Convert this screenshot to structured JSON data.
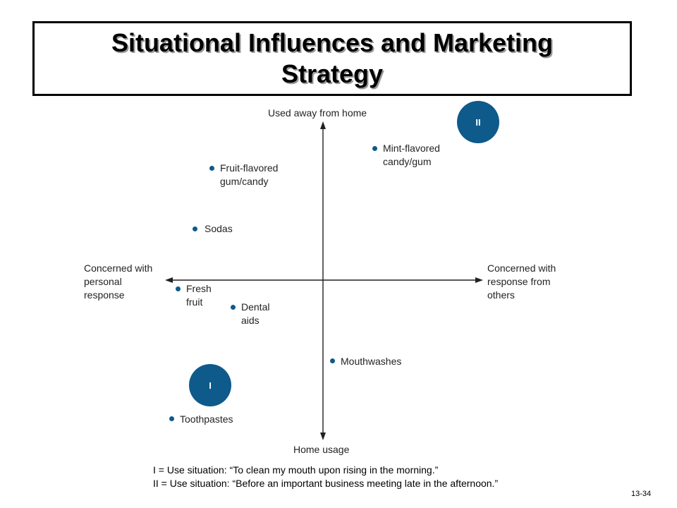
{
  "title": {
    "line1": "Situational Influences and Marketing",
    "line2": "Strategy"
  },
  "axes": {
    "top": "Used away from home",
    "bottom": "Home usage",
    "left": [
      "Concerned with",
      "personal",
      "response"
    ],
    "right": [
      "Concerned with",
      "response from",
      "others"
    ]
  },
  "situations": [
    {
      "id": "I",
      "label": "I"
    },
    {
      "id": "II",
      "label": "II"
    }
  ],
  "products": [
    {
      "lines": [
        "Mint-flavored",
        "candy/gum"
      ]
    },
    {
      "lines": [
        "Fruit-flavored",
        "gum/candy"
      ]
    },
    {
      "lines": [
        "Sodas"
      ]
    },
    {
      "lines": [
        "Fresh",
        "fruit"
      ]
    },
    {
      "lines": [
        "Dental",
        "aids"
      ]
    },
    {
      "lines": [
        "Mouthwashes"
      ]
    },
    {
      "lines": [
        "Toothpastes"
      ]
    }
  ],
  "legend": [
    "I = Use situation: “To clean my mouth upon rising in the morning.”",
    "II = Use situation: “Before an important business meeting late in the afternoon.”"
  ],
  "slide_number": "13-34",
  "colors": {
    "marker": "#0e5a8a",
    "axis": "#231f20"
  }
}
